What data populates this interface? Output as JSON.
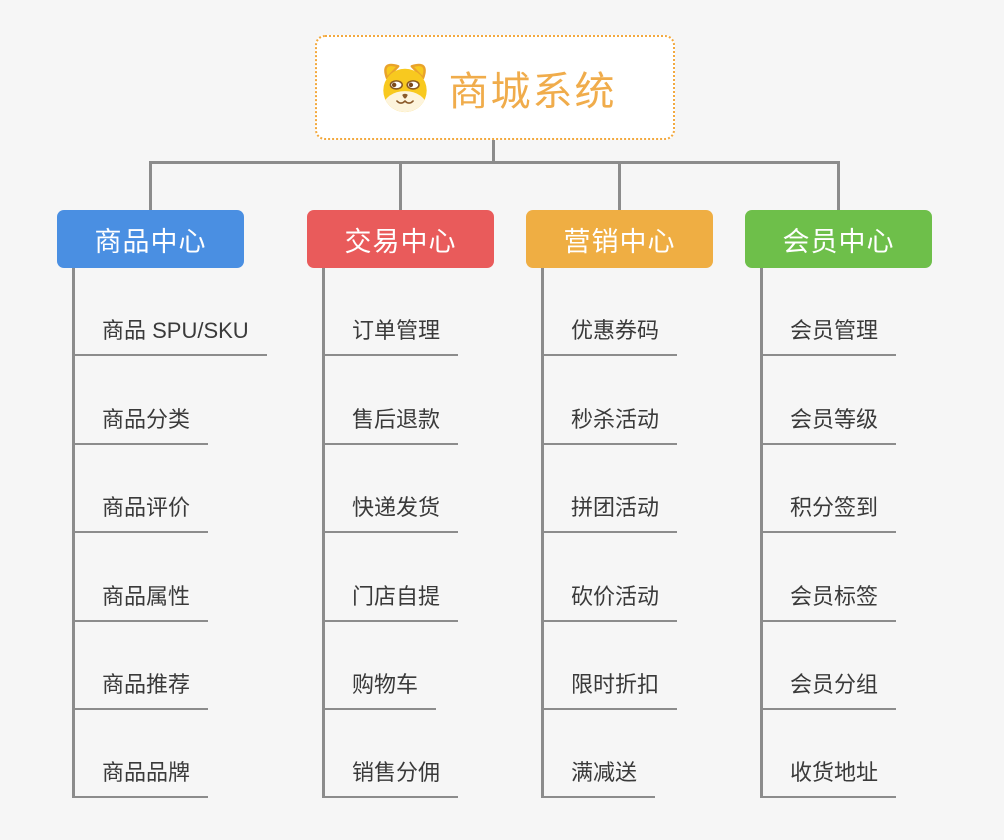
{
  "root": {
    "title": "商城系统",
    "icon": "dog-face-icon",
    "text_color": "#f0ac4b",
    "border_color": "#f3a93e",
    "background": "#ffffff"
  },
  "connector_color": "#8c8c8c",
  "background_color": "#f6f6f6",
  "branches": [
    {
      "label": "商品中心",
      "color": "#4a8fe2",
      "children": [
        "商品 SPU/SKU",
        "商品分类",
        "商品评价",
        "商品属性",
        "商品推荐",
        "商品品牌"
      ]
    },
    {
      "label": "交易中心",
      "color": "#e95b5b",
      "children": [
        "订单管理",
        "售后退款",
        "快递发货",
        "门店自提",
        "购物车",
        "销售分佣"
      ]
    },
    {
      "label": "营销中心",
      "color": "#efae43",
      "children": [
        "优惠券码",
        "秒杀活动",
        "拼团活动",
        "砍价活动",
        "限时折扣",
        "满减送"
      ]
    },
    {
      "label": "会员中心",
      "color": "#6ebf4a",
      "children": [
        "会员管理",
        "会员等级",
        "积分签到",
        "会员标签",
        "会员分组",
        "收货地址"
      ]
    }
  ]
}
